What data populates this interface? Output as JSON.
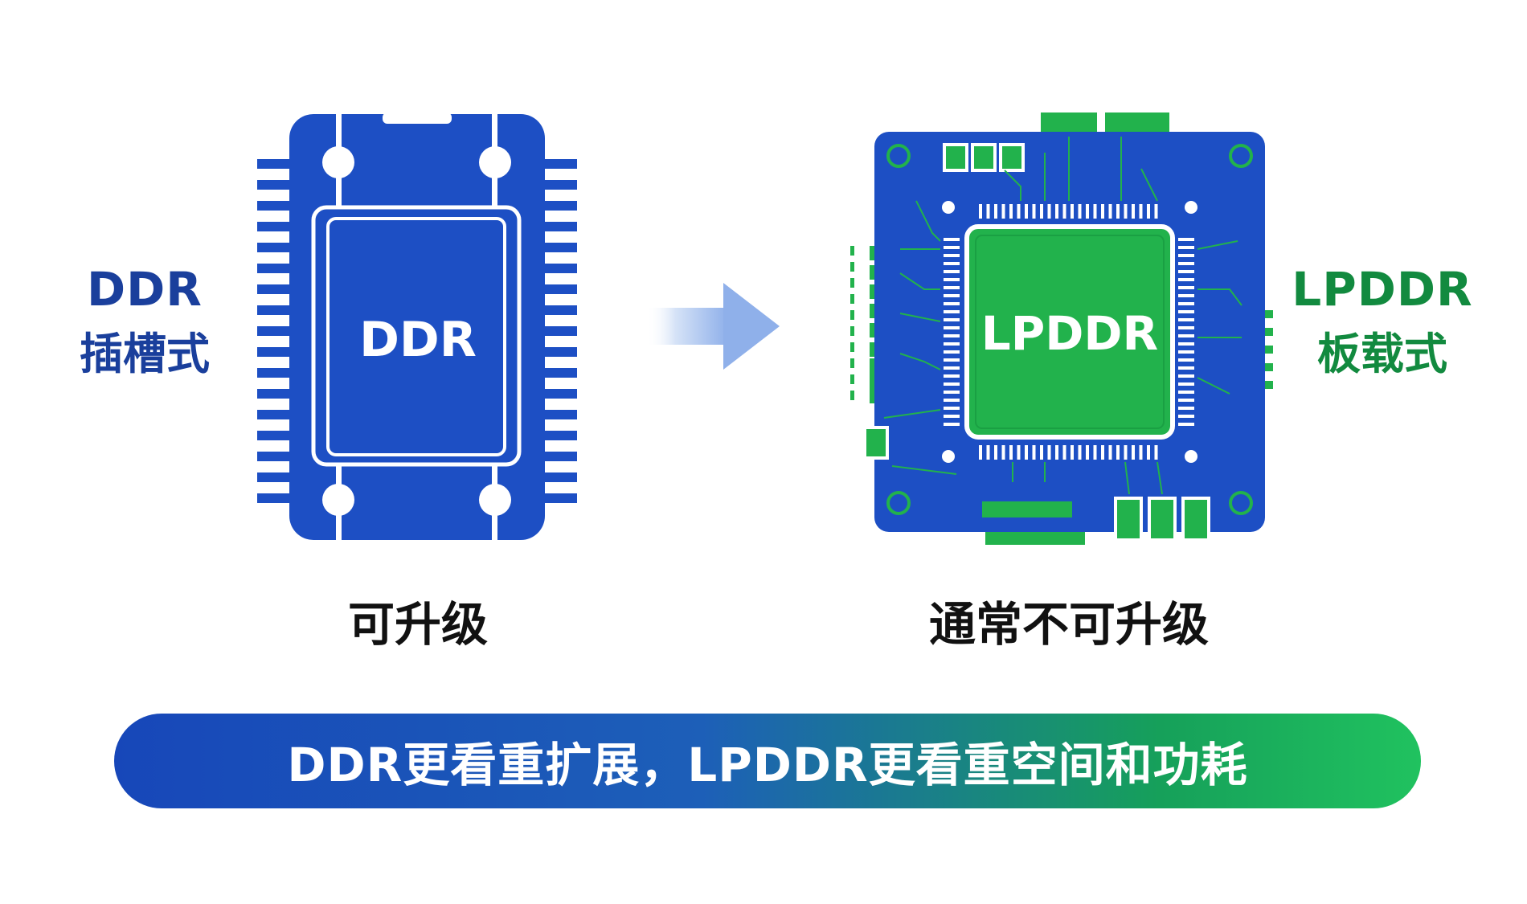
{
  "left": {
    "side_label_line1": "DDR",
    "side_label_line2": "插槽式",
    "chip_label": "DDR",
    "caption": "可升级",
    "color": "#1d4fc4"
  },
  "right": {
    "side_label_line1": "LPDDR",
    "side_label_line2": "板载式",
    "chip_label": "LPDDR",
    "caption": "通常不可升级",
    "board_color": "#1d4fc4",
    "chip_color": "#22b24c"
  },
  "banner": {
    "text": "DDR更看重扩展，LPDDR更看重空间和功耗"
  }
}
